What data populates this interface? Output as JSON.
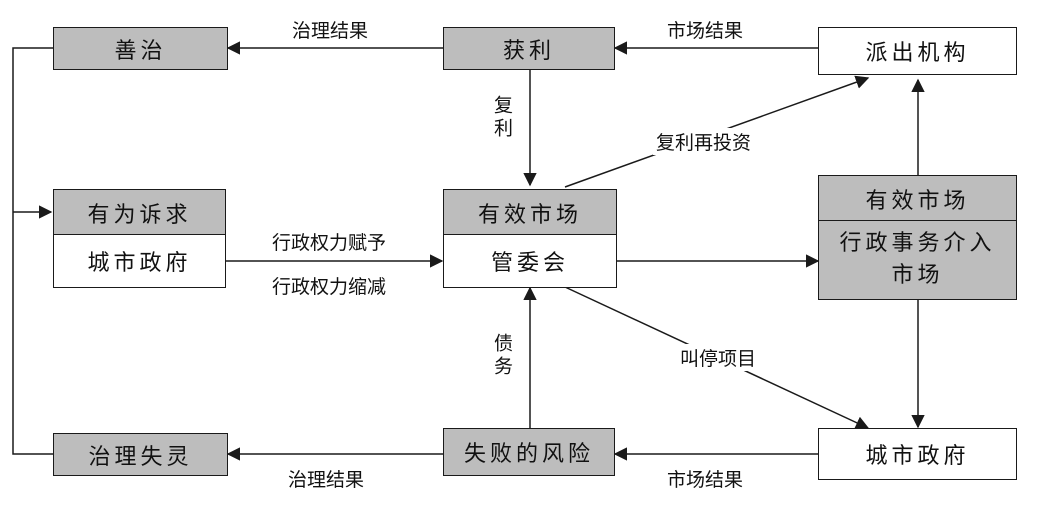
{
  "nodes": {
    "shanzhi": "善治",
    "huoli": "获利",
    "paichu": "派出机构",
    "youwei": "有为诉求",
    "chengshi_left": "城市政府",
    "youxiao_center": "有效市场",
    "guanwei": "管委会",
    "youxiao_right": "有效市场",
    "xingzheng": "行政事务介入市场",
    "zhili_shiling": "治理失灵",
    "shibai": "失败的风险",
    "chengshi_right": "城市政府"
  },
  "edges": {
    "zhili_jieguo_top": "治理结果",
    "shichang_jieguo_top": "市场结果",
    "fuli": "复利",
    "fuli_zaitouzi": "复利再投资",
    "quanli_fuyu": "行政权力赋予",
    "quanli_suojian": "行政权力缩减",
    "jiaoting": "叫停项目",
    "zhaiwu": "债务",
    "zhili_jieguo_bottom": "治理结果",
    "shichang_jieguo_bottom": "市场结果"
  },
  "colors": {
    "gray_fill": "#bdbdbd",
    "line": "#1a1a1a"
  }
}
